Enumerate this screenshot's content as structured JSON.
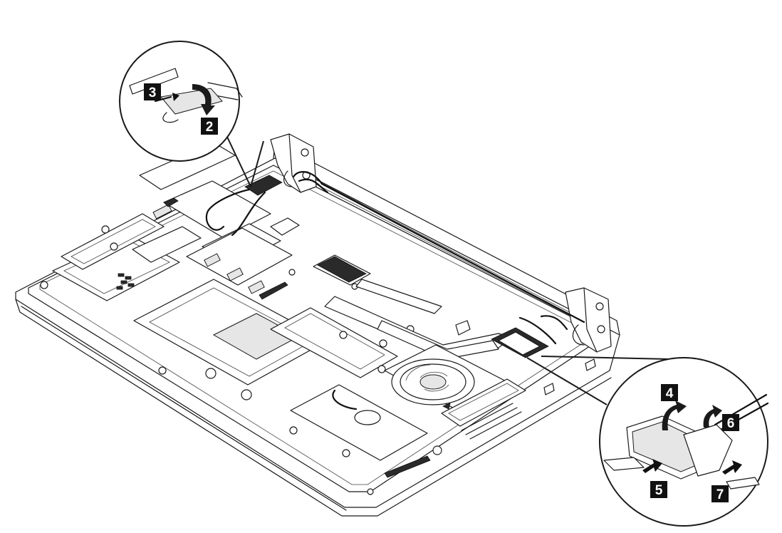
{
  "callouts": [
    {
      "id": "step-2",
      "label": "2"
    },
    {
      "id": "step-3",
      "label": "3"
    },
    {
      "id": "step-4",
      "label": "4"
    },
    {
      "id": "step-5",
      "label": "5"
    },
    {
      "id": "step-6",
      "label": "6"
    },
    {
      "id": "step-7",
      "label": "7"
    }
  ],
  "colors": {
    "line": "#1a1a1a",
    "badge_bg": "#111111",
    "badge_text": "#ffffff",
    "background": "#ffffff"
  }
}
